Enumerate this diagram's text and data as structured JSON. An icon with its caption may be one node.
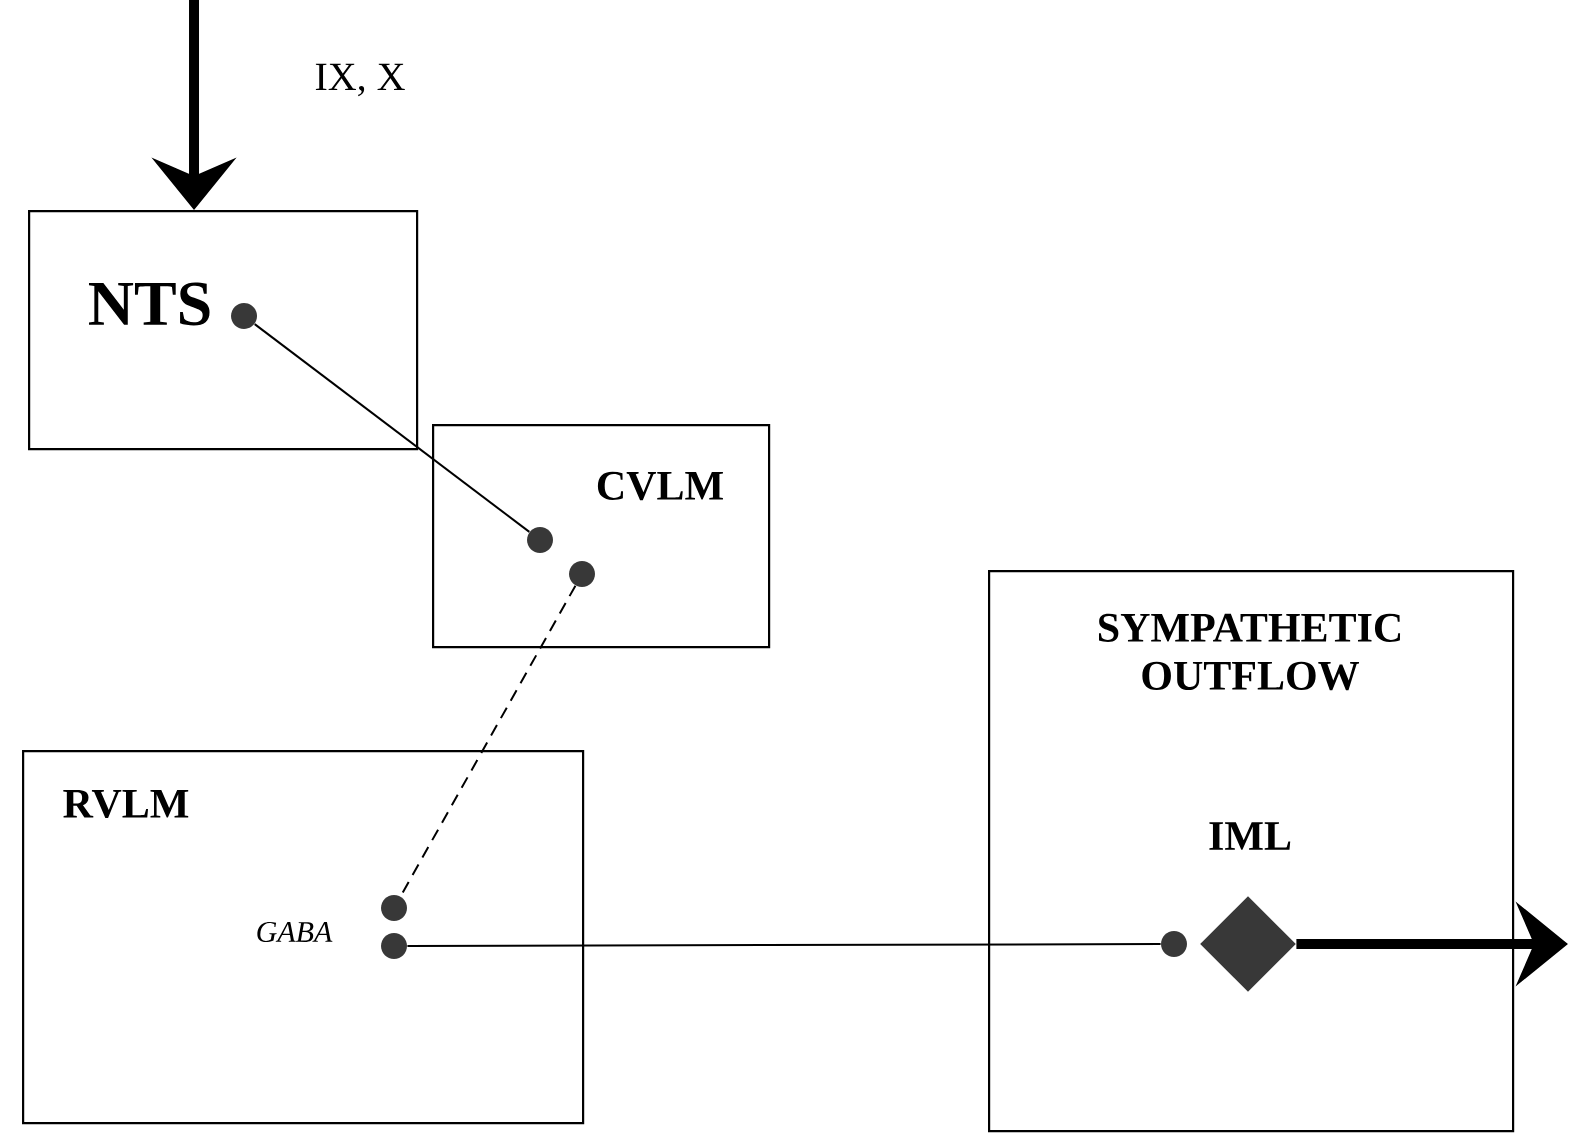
{
  "diagram": {
    "nodes": [
      {
        "text": [
          "NTS"
        ]
      },
      {
        "text": [
          "CVLM"
        ]
      },
      {
        "text": [
          "RVLM"
        ]
      },
      {
        "text": [
          "SYMPATHETIC OUTFLOW",
          "IML"
        ]
      },
      {
        "text": [],
        "shape": "circle",
        "in": 0
      },
      {
        "text": [],
        "shape": "circle",
        "in": 1
      },
      {
        "text": [],
        "shape": "circle",
        "in": 1
      },
      {
        "text": [],
        "shape": "circle",
        "in": 2
      },
      {
        "text": [],
        "shape": "circle",
        "in": 2
      },
      {
        "text": [],
        "shape": "circle",
        "in": 3
      },
      {
        "text": [],
        "shape": "diamond",
        "in": 3
      }
    ],
    "edges": [
      {
        "from": null,
        "to": 0,
        "arrow": "to",
        "label": "IX, X",
        "style": "thick"
      },
      {
        "from": 4,
        "to": 5,
        "arrow": "none"
      },
      {
        "from": 6,
        "to": 7,
        "arrow": "none",
        "style": "dashed"
      },
      {
        "from": 8,
        "to": 9,
        "arrow": "none"
      },
      {
        "from": 10,
        "to": null,
        "arrow": "to",
        "style": "thick"
      }
    ],
    "labels": [
      "GABA"
    ]
  }
}
